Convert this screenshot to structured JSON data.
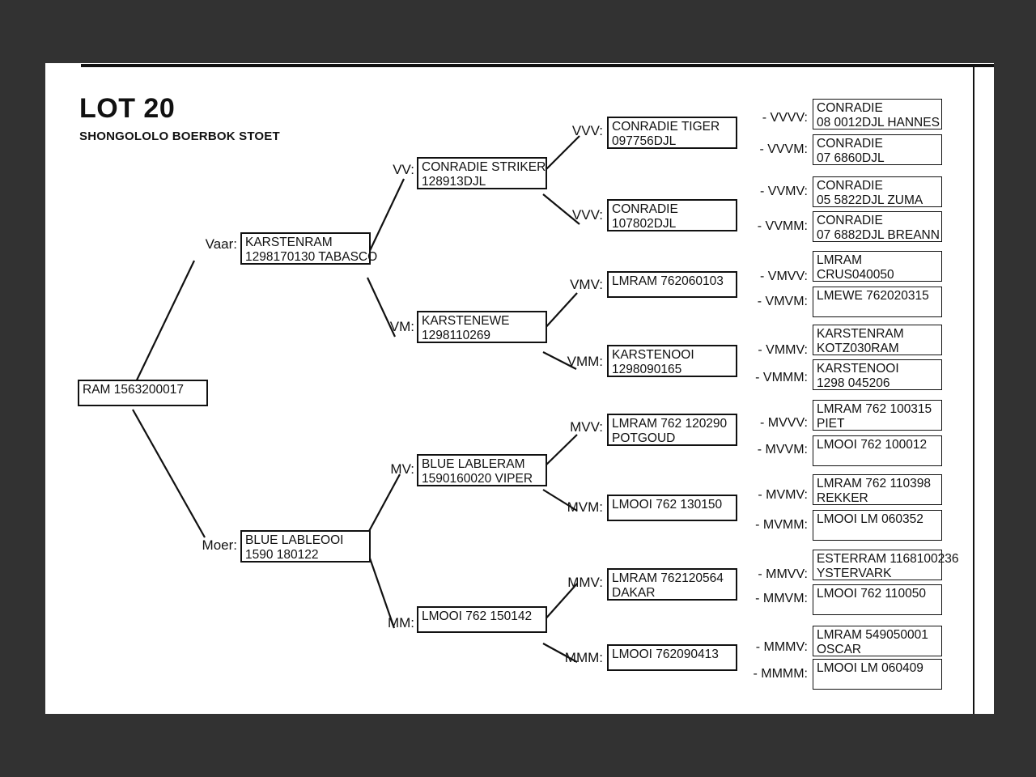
{
  "meta": {
    "title": "LOT 20",
    "subtitle": "SHONGOLOLO BOERBOK STOET",
    "page_background": "#ffffff",
    "canvas_background": "#323232",
    "ink_color": "#111111"
  },
  "tags": {
    "sire": "Vaar:",
    "dam": "Moer:",
    "vv": "VV:",
    "vm": "VM:",
    "mv": "MV:",
    "mm": "MM:",
    "vvv": "VVV:",
    "vvm": "VVV:",
    "vmv": "VMV:",
    "vmm": "VMM:",
    "mvv": "MVV:",
    "mvm": "MVM:",
    "mmv": "MMV:",
    "mmm": "MMM:",
    "vvvv": "- VVVV:",
    "vvvm": "- VVVM:",
    "vvmv": "- VVMV:",
    "vvmm": "- VVMM:",
    "vmvv": "- VMVV:",
    "vmvm": "- VMVM:",
    "vmmv": "- VMMV:",
    "vmmm": "- VMMM:",
    "mvvv": "- MVVV:",
    "mvvm": "- MVVM:",
    "mvmv": "- MVMV:",
    "mvmm": "- MVMM:",
    "mmvv": "- MMVV:",
    "mmvm": "- MMVM:",
    "mmmv": "- MMMV:",
    "mmmm": "- MMMM:"
  },
  "nodes": {
    "root": "RAM 1563200017",
    "v": "KARSTENRAM\n1298170130 TABASCO",
    "m": "BLUE LABLEOOI\n1590 180122",
    "vv": "CONRADIE STRIKER\n128913DJL",
    "vm": "KARSTENEWE\n1298110269",
    "mv": "BLUE LABLERAM\n1590160020 VIPER",
    "mm": "LMOOI 762 150142",
    "vvv": "CONRADIE TIGER\n097756DJL",
    "vvm": "CONRADIE\n107802DJL",
    "vmv": "LMRAM 762060103",
    "vmm": "KARSTENOOI\n1298090165",
    "mvv": "LMRAM 762 120290\nPOTGOUD",
    "mvm": "LMOOI 762 130150",
    "mmv": "LMRAM 762120564\nDAKAR",
    "mmm": "LMOOI 762090413",
    "vvvv": "CONRADIE\n08 0012DJL HANNES",
    "vvvm": "CONRADIE\n07 6860DJL",
    "vvmv": "CONRADIE\n05 5822DJL ZUMA",
    "vvmm": "CONRADIE\n07 6882DJL BREANN",
    "vmvv": "LMRAM\nCRUS040050",
    "vmvm": "LMEWE 762020315",
    "vmmv": "KARSTENRAM\nKOTZ030RAM",
    "vmmm": "KARSTENOOI\n1298 045206",
    "mvvv": "LMRAM 762 100315\nPIET",
    "mvvm": "LMOOI 762 100012",
    "mvmv": "LMRAM 762 110398\nREKKER",
    "mvmm": "LMOOI LM 060352",
    "mmvv": "ESTERRAM 1168100236\nYSTERVARK",
    "mmvm": "LMOOI 762 110050",
    "mmmv": "LMRAM 549050001\nOSCAR",
    "mmmm": "LMOOI LM 060409"
  }
}
